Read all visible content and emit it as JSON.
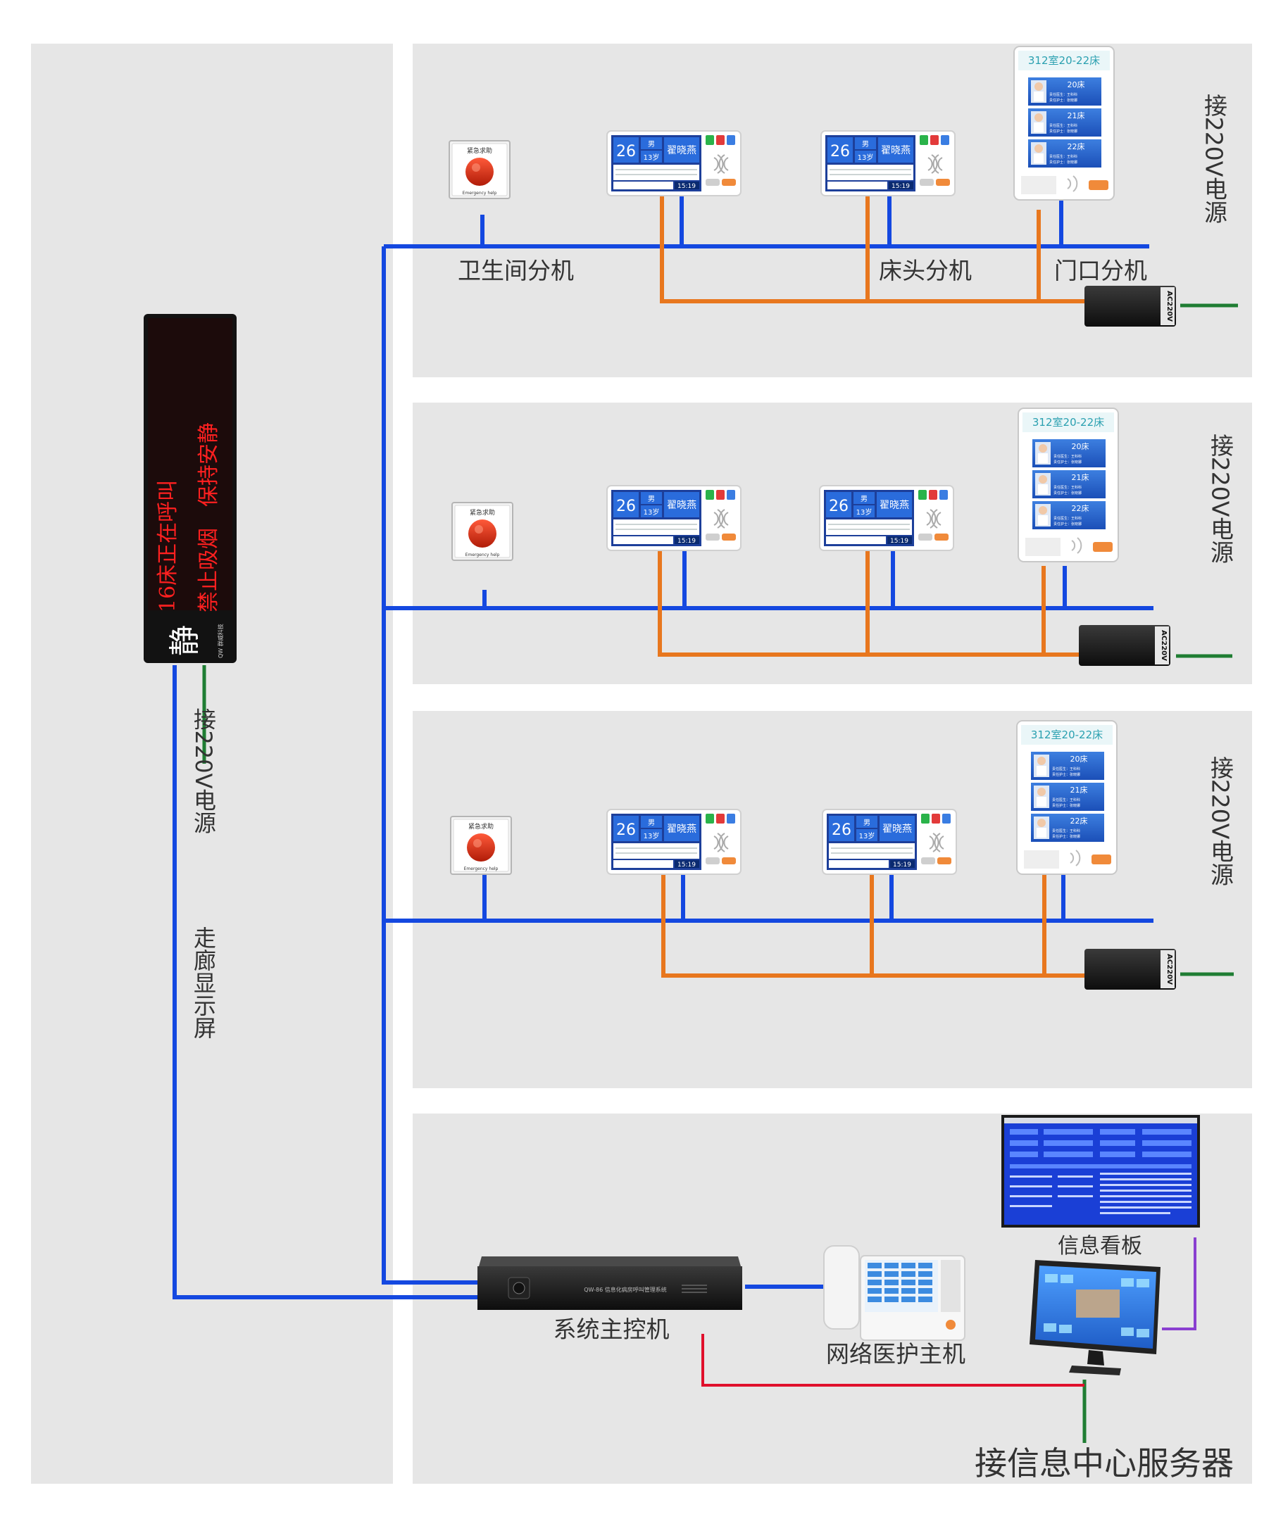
{
  "labels": {
    "toilet_unit": "卫生间分机",
    "bedside_unit": "床头分机",
    "door_unit": "门口分机",
    "power": "接220V电源",
    "corridor_display": "走廊显示屏",
    "main_controller": "系统主控机",
    "nurse_host": "网络医护主机",
    "info_board": "信息看板",
    "server": "接信息中心服务器"
  },
  "led_display": {
    "line1": "16床正在呼叫",
    "line2": "禁止吸烟　保持安静",
    "quiet_char": "静",
    "brand": "QW 群威科技"
  },
  "emergency_button": {
    "title": "紧急求助",
    "subtitle": "Emergency help"
  },
  "bedside_screen": {
    "bed_no": "26",
    "gender": "男",
    "age": "13岁",
    "name": "翟晓燕",
    "time": "15:19"
  },
  "door_panel": {
    "room": "312室20-22床",
    "beds": [
      "20床",
      "21床",
      "22床"
    ],
    "doctor_line": "责任医生：王科科",
    "nurse_line": "责任护士：张晓娜"
  },
  "power_brick_label": "AC220V",
  "main_controller_text": "QW-86 信息化病房呼叫管理系统",
  "colors": {
    "bus": "#1448e0",
    "power_line": "#e8771e",
    "green": "#1f7d33",
    "red": "#e0102c",
    "purple": "#8a3fd0",
    "panel": "#e6e6e6",
    "led_text": "#ff2020"
  }
}
